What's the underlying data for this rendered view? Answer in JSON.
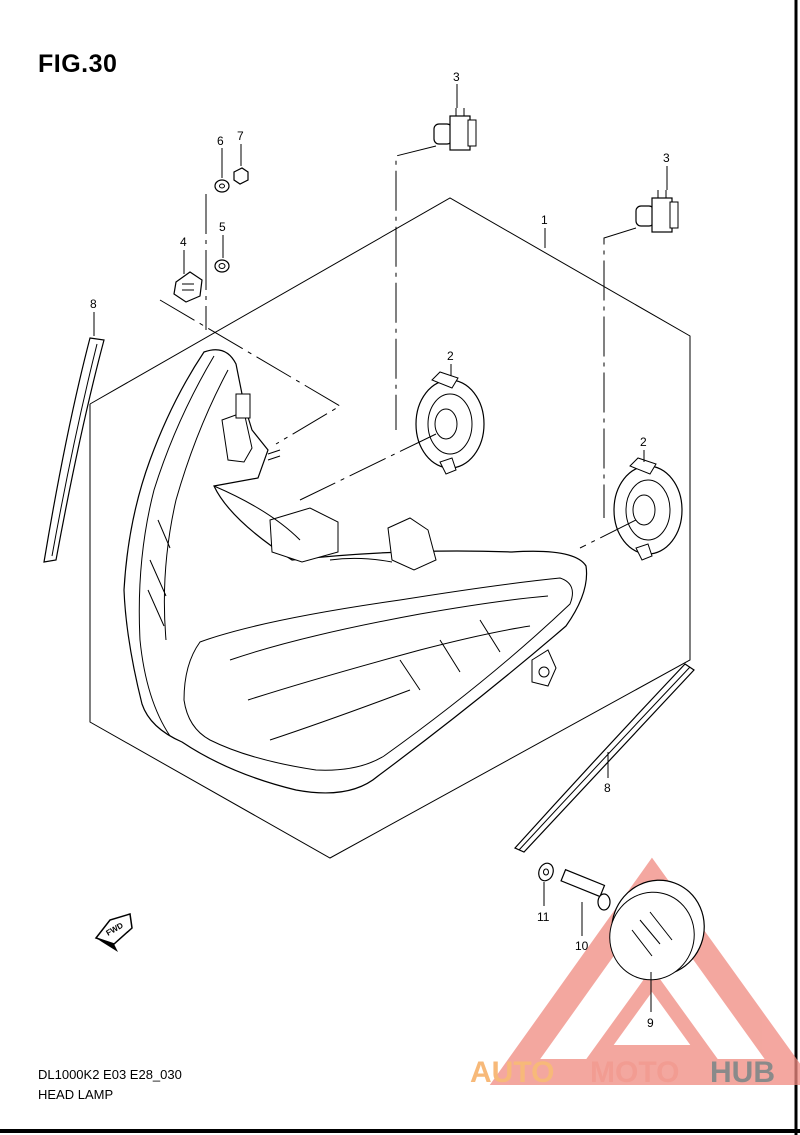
{
  "figure": {
    "title": "FIG.30"
  },
  "footer": {
    "code": "DL1000K2 E03 E28_030",
    "name": "HEAD LAMP"
  },
  "callouts": [
    {
      "id": "1",
      "label": "1"
    },
    {
      "id": "2a",
      "label": "2"
    },
    {
      "id": "2b",
      "label": "2"
    },
    {
      "id": "3a",
      "label": "3"
    },
    {
      "id": "3b",
      "label": "3"
    },
    {
      "id": "4",
      "label": "4"
    },
    {
      "id": "5",
      "label": "5"
    },
    {
      "id": "6",
      "label": "6"
    },
    {
      "id": "7",
      "label": "7"
    },
    {
      "id": "8a",
      "label": "8"
    },
    {
      "id": "8b",
      "label": "8"
    },
    {
      "id": "9",
      "label": "9"
    },
    {
      "id": "10",
      "label": "10"
    },
    {
      "id": "11",
      "label": "11"
    }
  ],
  "fwd_arrow": {
    "label": "FWD"
  },
  "watermark": {
    "part1": "AUTO",
    "part2": "MOTO",
    "part3": "HUB",
    "color1": "#f7b979",
    "color2": "#f29c92",
    "color3": "#8a8a8a",
    "triangle_color": "#f08a80"
  }
}
